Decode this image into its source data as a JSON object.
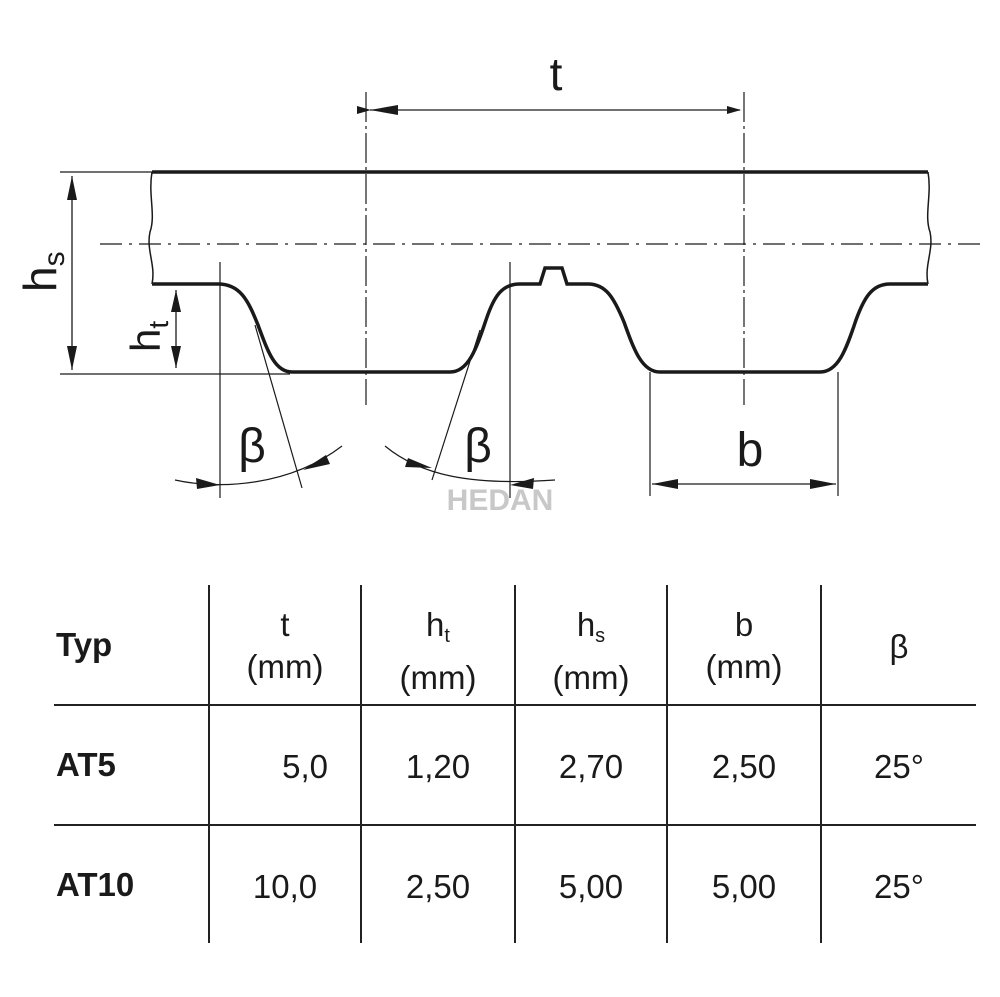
{
  "diagram": {
    "labels": {
      "pitch": "t",
      "belt_height": "h",
      "belt_height_sub": "s",
      "tooth_height": "h",
      "tooth_height_sub": "t",
      "angle_left": "β",
      "angle_right": "β",
      "tooth_width": "b"
    },
    "watermark": "HEDAN"
  },
  "table": {
    "header": {
      "typ": "Typ",
      "t": "t",
      "t_unit": "(mm)",
      "ht": "h",
      "ht_sub": "t",
      "ht_unit": "(mm)",
      "hs": "h",
      "hs_sub": "s",
      "hs_unit": "(mm)",
      "b": "b",
      "b_unit": "(mm)",
      "beta": "β"
    },
    "rows": [
      {
        "typ": "AT5",
        "t": "5,0",
        "ht": "1,20",
        "hs": "2,70",
        "b": "2,50",
        "beta": "25°"
      },
      {
        "typ": "AT10",
        "t": "10,0",
        "ht": "2,50",
        "hs": "5,00",
        "b": "5,00",
        "beta": "25°"
      }
    ]
  }
}
